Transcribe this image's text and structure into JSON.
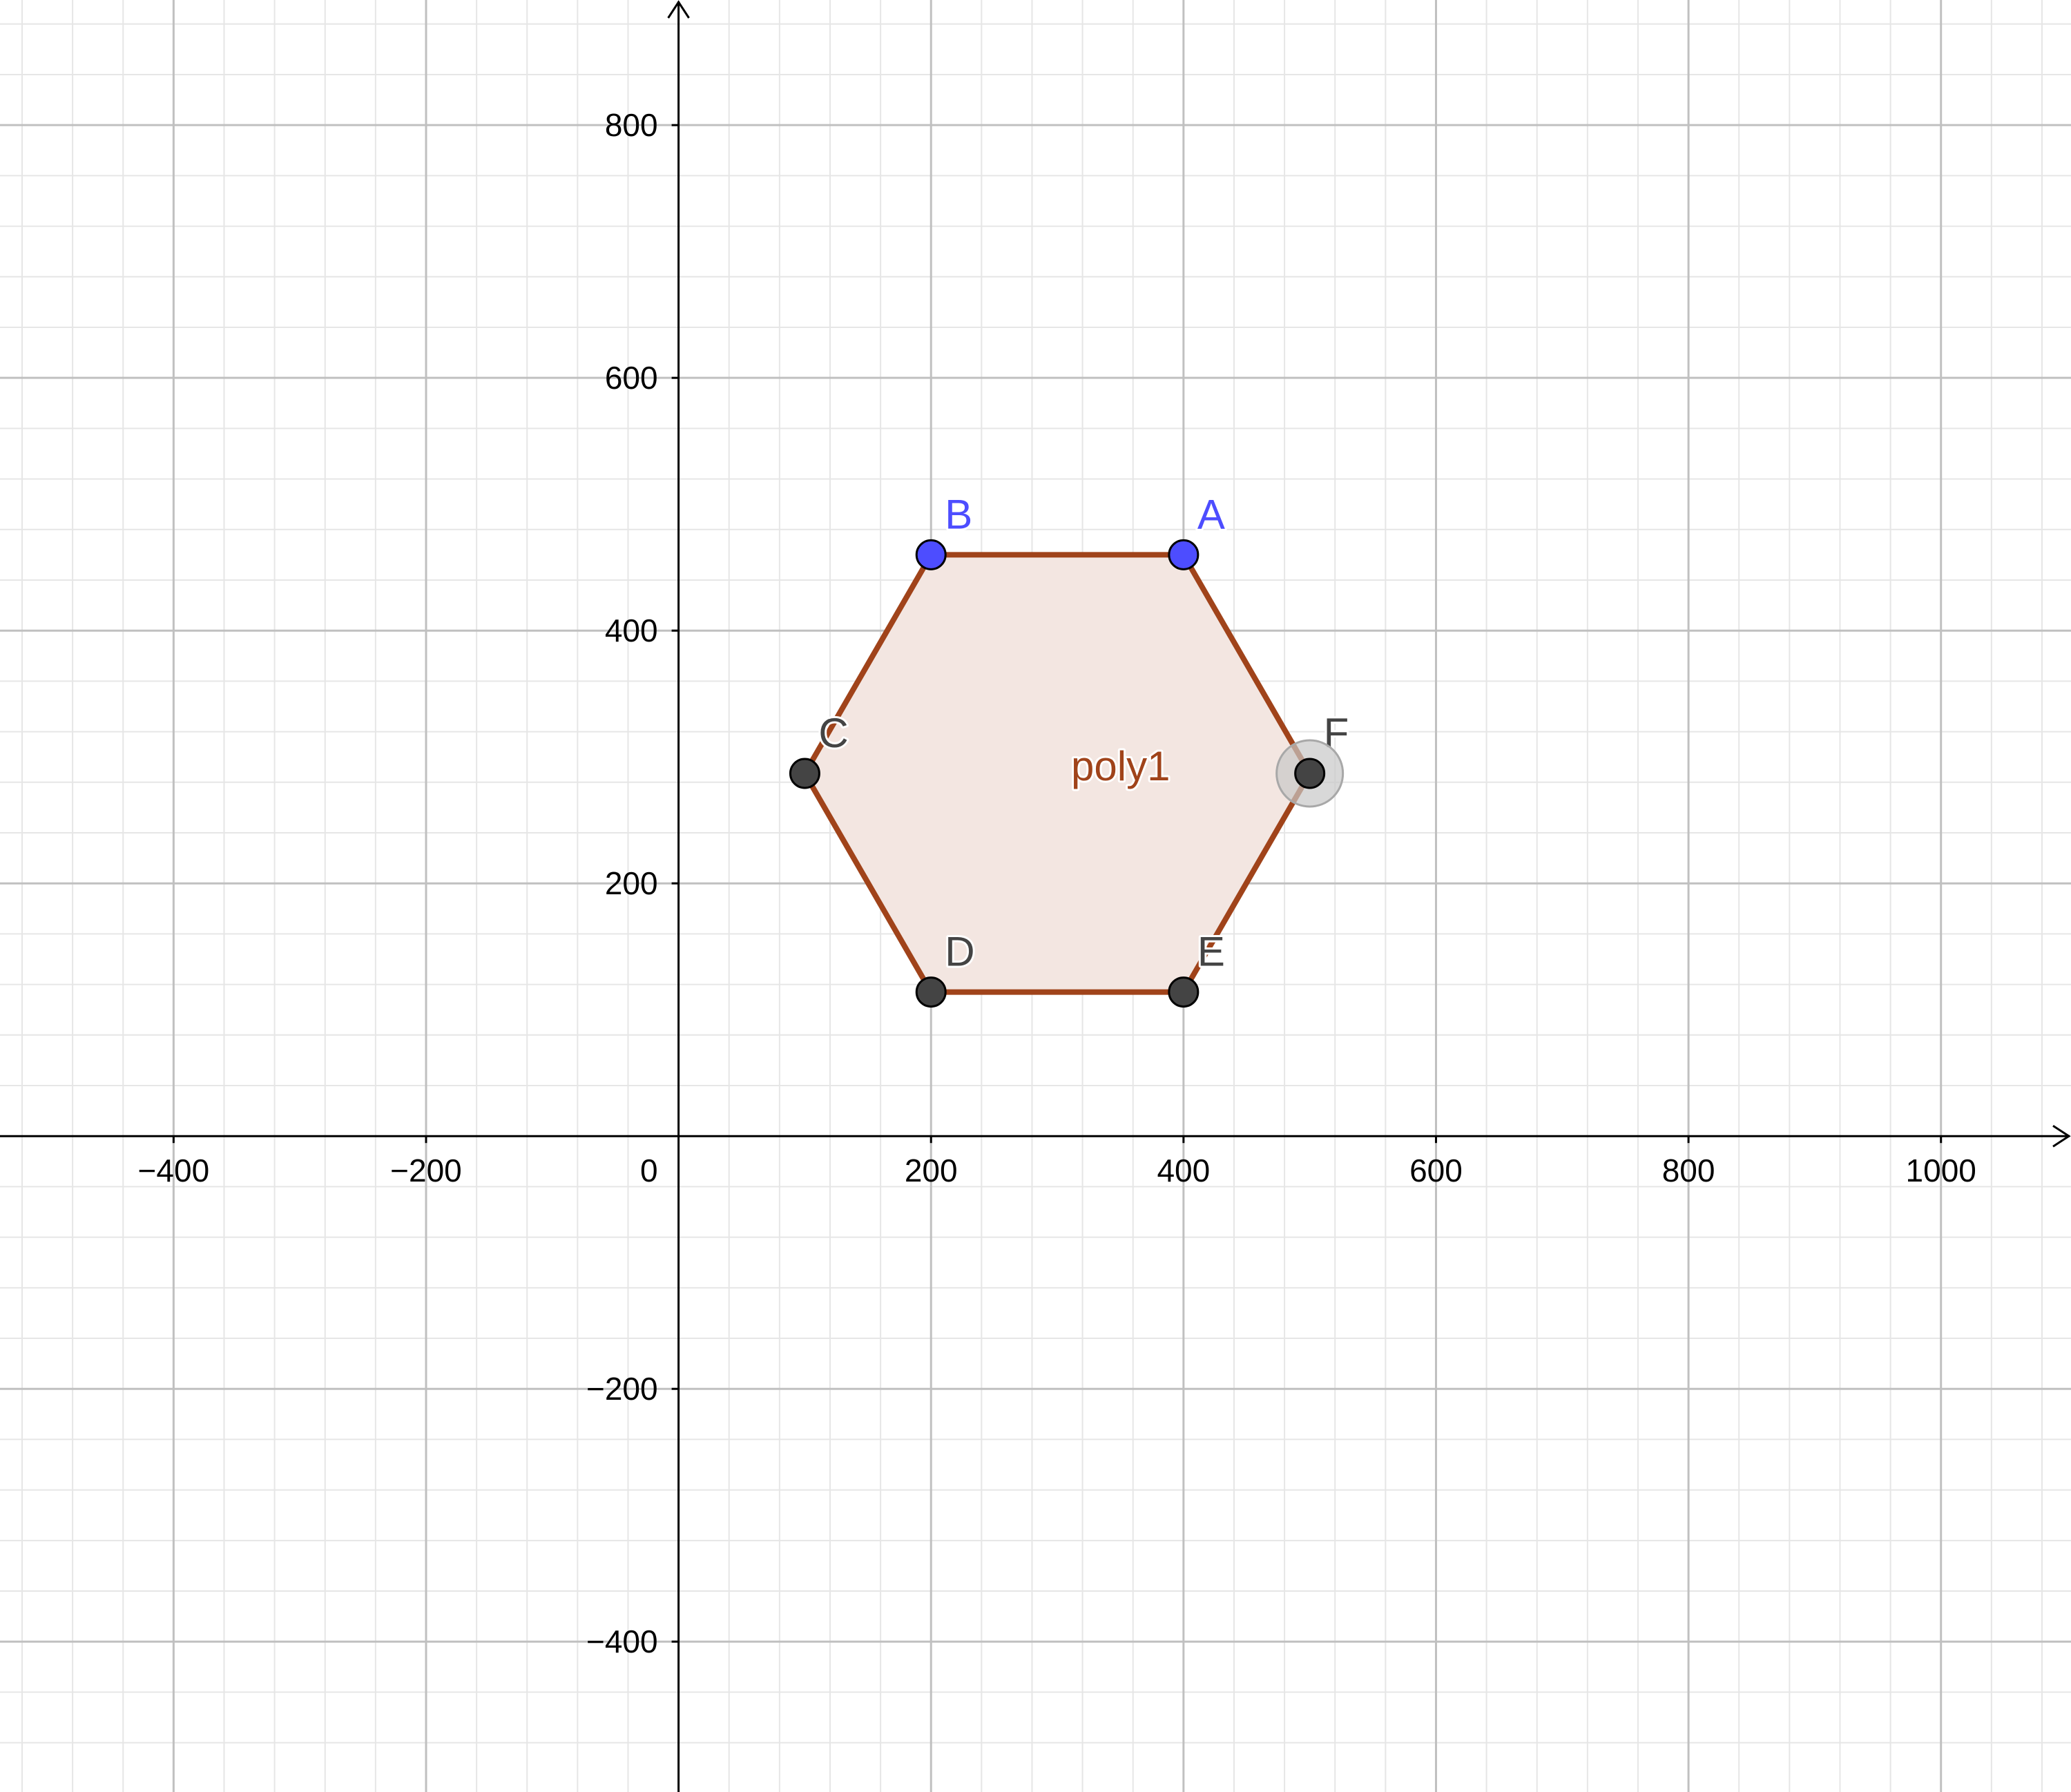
{
  "view": {
    "x_range": [
      -537.5,
      1103
    ],
    "y_range": [
      -519,
      899
    ],
    "major_step": 200,
    "minor_step": 40,
    "grid": true
  },
  "axes": {
    "x_ticks": [
      {
        "value": -400,
        "label": "−400"
      },
      {
        "value": -200,
        "label": "−200"
      },
      {
        "value": 200,
        "label": "200"
      },
      {
        "value": 400,
        "label": "400"
      },
      {
        "value": 600,
        "label": "600"
      },
      {
        "value": 800,
        "label": "800"
      },
      {
        "value": 1000,
        "label": "1000"
      }
    ],
    "y_ticks": [
      {
        "value": 800,
        "label": "800"
      },
      {
        "value": 600,
        "label": "600"
      },
      {
        "value": 400,
        "label": "400"
      },
      {
        "value": 200,
        "label": "200"
      },
      {
        "value": -200,
        "label": "−200"
      },
      {
        "value": -400,
        "label": "−400"
      }
    ],
    "origin_label": "0"
  },
  "polygon": {
    "name": "poly1",
    "stroke_color": "#a0431a",
    "fill_color": "#f3e6e1",
    "vertex_order": [
      "A",
      "B",
      "C",
      "D",
      "E",
      "F"
    ]
  },
  "points": [
    {
      "name": "A",
      "x": 400,
      "y": 460,
      "color": "#4d4dff",
      "free": true
    },
    {
      "name": "B",
      "x": 200,
      "y": 460,
      "color": "#4d4dff",
      "free": true
    },
    {
      "name": "C",
      "x": 100,
      "y": 287,
      "color": "#444444",
      "free": false
    },
    {
      "name": "D",
      "x": 200,
      "y": 114,
      "color": "#444444",
      "free": false
    },
    {
      "name": "E",
      "x": 400,
      "y": 114,
      "color": "#444444",
      "free": false
    },
    {
      "name": "F",
      "x": 500,
      "y": 287,
      "color": "#444444",
      "free": false,
      "selected": true
    }
  ]
}
